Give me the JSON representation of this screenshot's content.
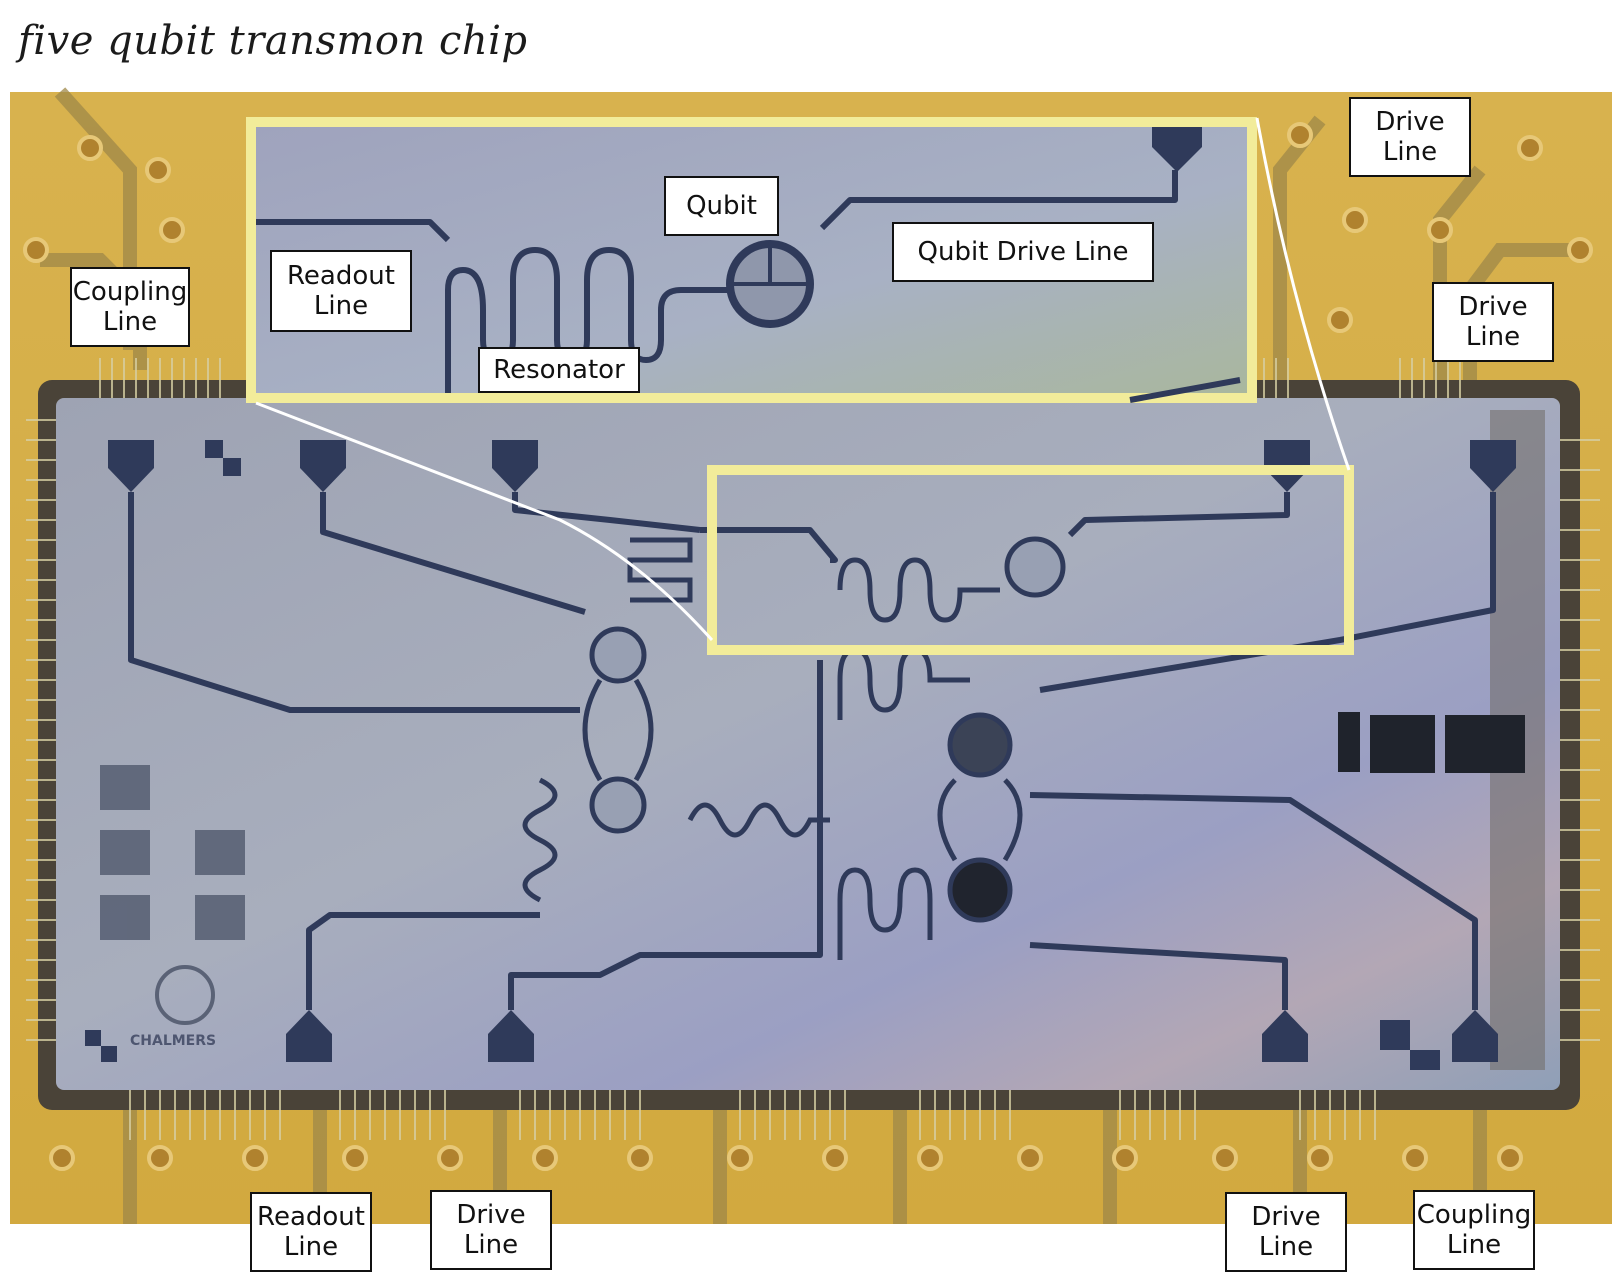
{
  "title": "five qubit transmon chip",
  "colors": {
    "board_gold": "#d9b04a",
    "chip_gray": "#a5aab5",
    "highlight_yellow": "#f2ec9a",
    "trace_dark": "#2f3a5a",
    "via_copper": "#b07a2a"
  },
  "inset_labels": {
    "readout_line": "Readout\nLine",
    "resonator": "Resonator",
    "qubit": "Qubit",
    "qubit_drive_line": "Qubit Drive Line"
  },
  "edge_labels": {
    "coupling_line_top_left": "Coupling\nLine",
    "drive_line_top_right_1": "Drive\nLine",
    "drive_line_top_right_2": "Drive\nLine",
    "readout_line_bottom": "Readout\nLine",
    "drive_line_bottom_left": "Drive\nLine",
    "drive_line_bottom_right": "Drive\nLine",
    "coupling_line_bottom_right": "Coupling\nLine"
  },
  "chip_logo_text": "CHALMERS"
}
